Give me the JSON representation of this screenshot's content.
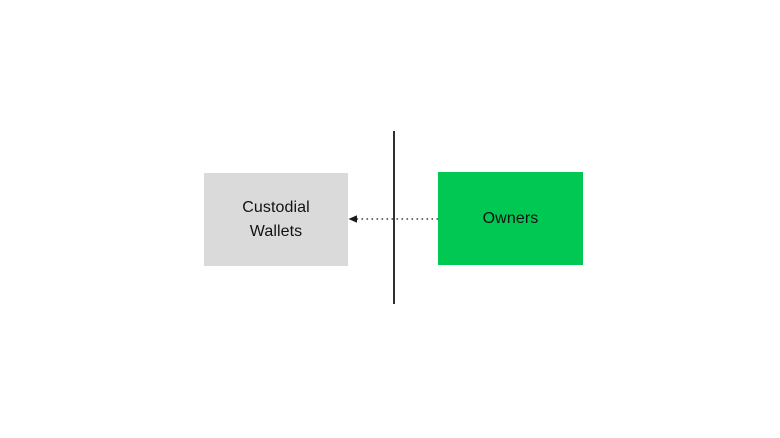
{
  "canvas": {
    "background": "#FFFFFF"
  },
  "diagram": {
    "left_box": {
      "label": "Custodial Wallets",
      "fill": "#DADADA",
      "text_color": "#111111"
    },
    "right_box": {
      "label": "Owners",
      "fill": "#00C853",
      "text_color": "#111111"
    },
    "divider": {
      "color": "#303030"
    },
    "connector": {
      "style": "dotted",
      "direction": "right-to-left",
      "color": "#1a1a1a"
    }
  }
}
